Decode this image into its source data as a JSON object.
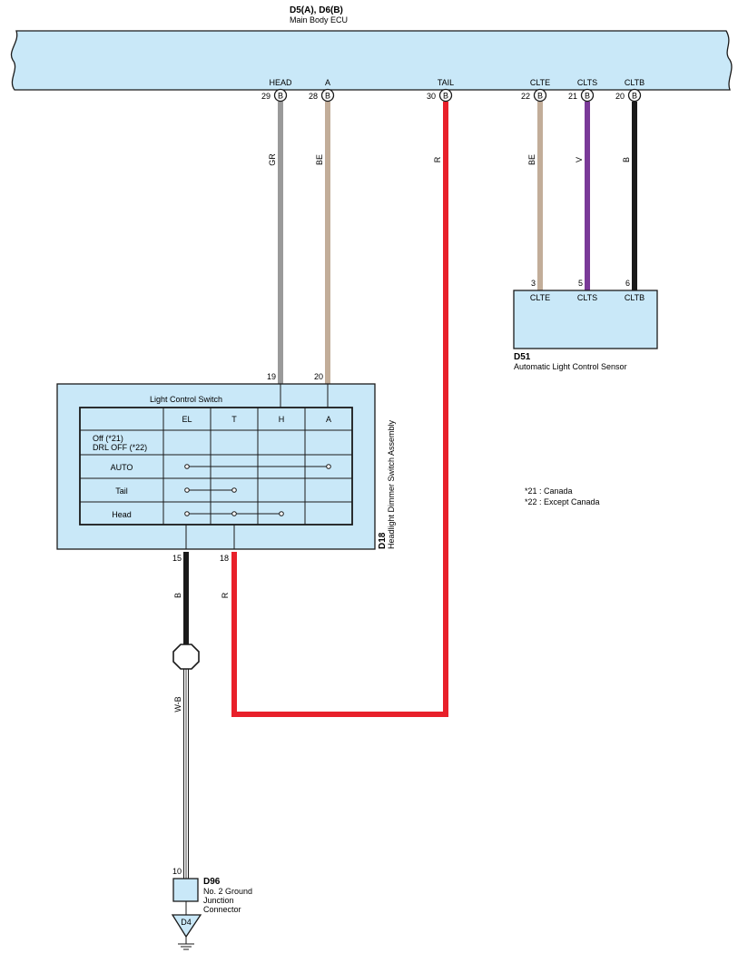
{
  "ecu": {
    "connectors_label": "D5(A), D6(B)",
    "name": "Main Body ECU",
    "terminals": [
      {
        "name": "HEAD",
        "pin": "29",
        "conn": "B"
      },
      {
        "name": "A",
        "pin": "28",
        "conn": "B"
      },
      {
        "name": "TAIL",
        "pin": "30",
        "conn": "B"
      },
      {
        "name": "CLTE",
        "pin": "22",
        "conn": "B"
      },
      {
        "name": "CLTS",
        "pin": "21",
        "conn": "B"
      },
      {
        "name": "CLTB",
        "pin": "20",
        "conn": "B"
      }
    ]
  },
  "wires": {
    "head": {
      "color_code": "GR",
      "color": "#9a9a9a"
    },
    "a": {
      "color_code": "BE",
      "color": "#c2ad99"
    },
    "tail": {
      "color_code": "R",
      "color": "#e8202a"
    },
    "clte": {
      "color_code": "BE",
      "color": "#c2ad99"
    },
    "clts": {
      "color_code": "V",
      "color": "#7a3a98"
    },
    "cltb": {
      "color_code": "B",
      "color": "#1a1a1a"
    },
    "ground_b": {
      "color_code": "B",
      "color": "#1a1a1a"
    },
    "switch_r": {
      "color_code": "R",
      "color": "#e8202a"
    },
    "ground_wb": {
      "color_code": "W-B"
    }
  },
  "sensor": {
    "id": "D51",
    "name": "Automatic Light Control Sensor",
    "terminals": [
      {
        "name": "CLTE",
        "pin": "3"
      },
      {
        "name": "CLTS",
        "pin": "5"
      },
      {
        "name": "CLTB",
        "pin": "6"
      }
    ]
  },
  "switch": {
    "id": "D18",
    "name": "Headlight Dimmer Switch Assembly",
    "title": "Light Control Switch",
    "top_pins": [
      "19",
      "20"
    ],
    "bottom_pins": [
      "15",
      "18"
    ],
    "columns": [
      "EL",
      "T",
      "H",
      "A"
    ],
    "rows": [
      {
        "label": "Off (*21)",
        "label2": "DRL OFF (*22)"
      },
      {
        "label": "AUTO"
      },
      {
        "label": "Tail"
      },
      {
        "label": "Head"
      }
    ]
  },
  "notes": [
    "*21 : Canada",
    "*22 : Except Canada"
  ],
  "junction": {
    "id": "D96",
    "line1": "No. 2 Ground",
    "line2": "Junction",
    "line3": "Connector",
    "pin": "10"
  },
  "ground": {
    "id": "D4"
  },
  "colors": {
    "component_fill": "#c9e8f8",
    "outline": "#1a1a1a"
  }
}
